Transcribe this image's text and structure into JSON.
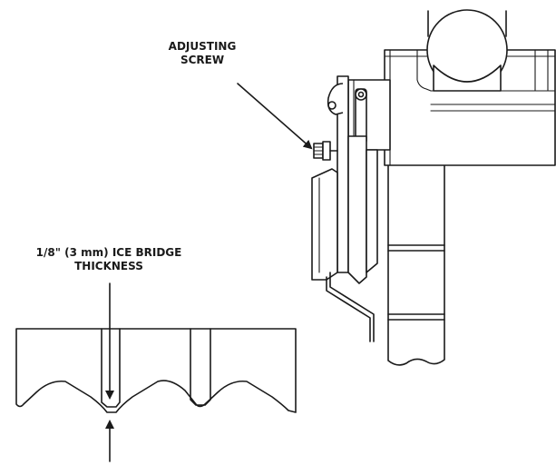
{
  "labels": {
    "adjusting_screw_line1": "ADJUSTING",
    "adjusting_screw_line2": "SCREW",
    "ice_bridge_line1": "1/8\" (3 mm) ICE BRIDGE",
    "ice_bridge_line2": "THICKNESS"
  },
  "colors": {
    "stroke": "#1a1a1a",
    "background": "#ffffff"
  }
}
